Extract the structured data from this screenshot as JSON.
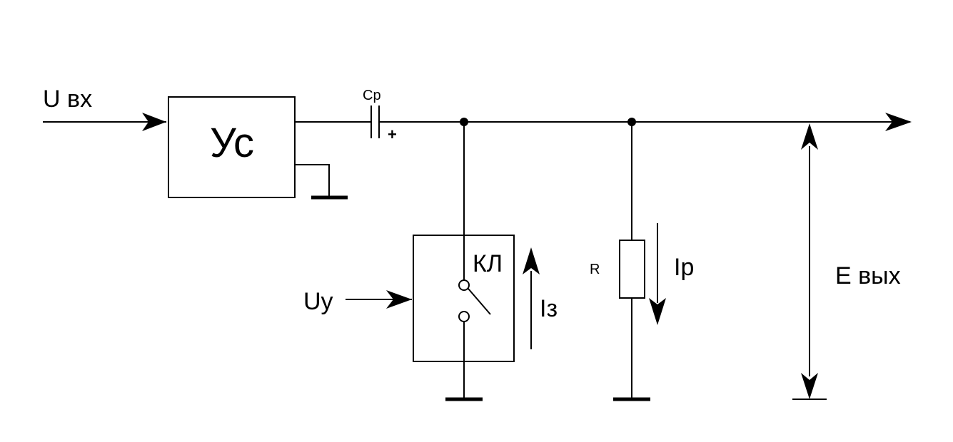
{
  "colors": {
    "line": "#000000",
    "background": "#ffffff"
  },
  "labels": {
    "u_in": "U вх",
    "amplifier": "Ус",
    "capacitor": "Ср",
    "capacitor_polarity": "+",
    "switch": "КЛ",
    "u_control": "Uу",
    "i_charge": "Iз",
    "resistor": "R",
    "i_discharge": "Iр",
    "e_out": "Е вых"
  }
}
